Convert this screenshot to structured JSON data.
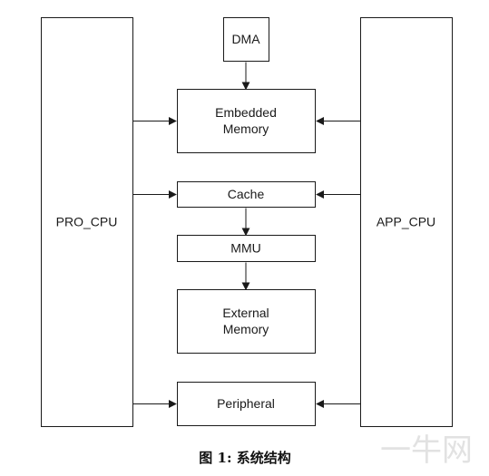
{
  "diagram": {
    "nodes": {
      "pro_cpu": {
        "label": [
          "PRO_CPU"
        ]
      },
      "app_cpu": {
        "label": [
          "APP_CPU"
        ]
      },
      "dma": {
        "label": [
          "DMA"
        ]
      },
      "embedded_memory": {
        "label": [
          "Embedded",
          "Memory"
        ]
      },
      "cache": {
        "label": [
          "Cache"
        ]
      },
      "mmu": {
        "label": [
          "MMU"
        ]
      },
      "external_memory": {
        "label": [
          "External",
          "Memory"
        ]
      },
      "peripheral": {
        "label": [
          "Peripheral"
        ]
      }
    },
    "edges": [
      {
        "from": "dma",
        "to": "embedded_memory"
      },
      {
        "from": "pro_cpu",
        "to": "embedded_memory"
      },
      {
        "from": "app_cpu",
        "to": "embedded_memory"
      },
      {
        "from": "pro_cpu",
        "to": "cache"
      },
      {
        "from": "app_cpu",
        "to": "cache"
      },
      {
        "from": "cache",
        "to": "mmu"
      },
      {
        "from": "mmu",
        "to": "external_memory"
      },
      {
        "from": "pro_cpu",
        "to": "peripheral"
      },
      {
        "from": "app_cpu",
        "to": "peripheral"
      }
    ]
  },
  "caption": "图 1: 系统结构",
  "watermark": "一牛网"
}
